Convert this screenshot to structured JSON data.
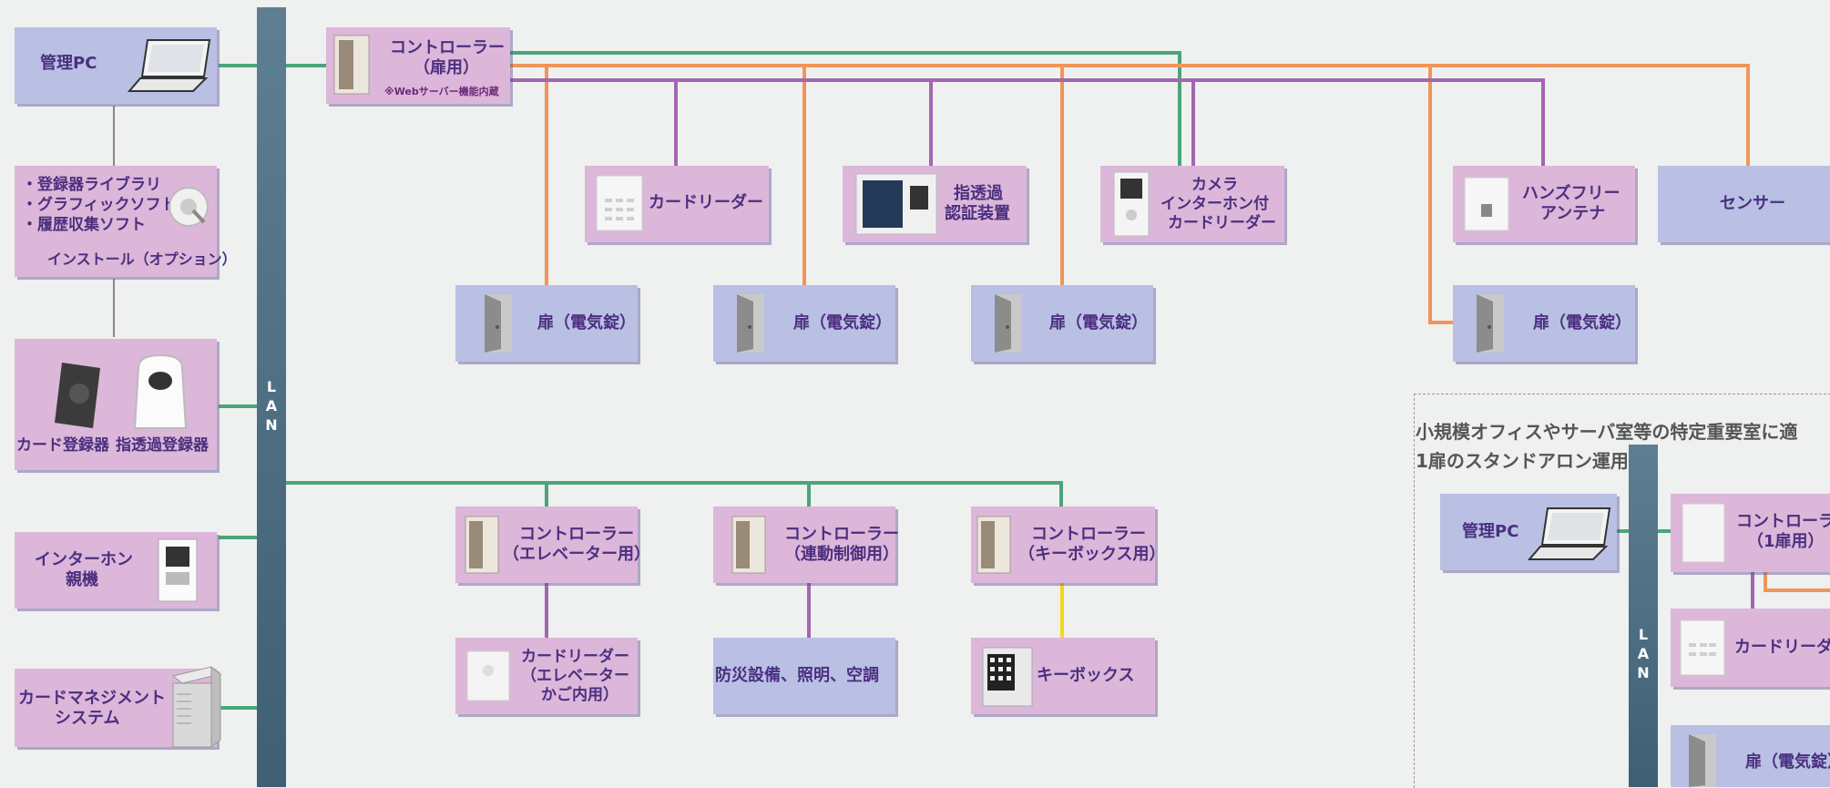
{
  "colors": {
    "lan": "#446377",
    "green": "#4aa57a",
    "orange": "#f0955a",
    "purple": "#a366b0",
    "yellow": "#f6d61a",
    "pink": "#dcb7d9",
    "blue": "#b9c0e4"
  },
  "lan_label": [
    "L",
    "A",
    "N"
  ],
  "left": {
    "admin_pc": "管理PC",
    "software": [
      "・登録器ライブラリ",
      "・グラフィックソフト",
      "・履歴収集ソフト"
    ],
    "install": "インストール（オプション）",
    "card_registrar": "カード登録器",
    "finger_registrar": "指透過登録器",
    "intercom_parent": [
      "インターホン",
      "親機"
    ],
    "card_mgmt": [
      "カードマネジメント",
      "システム"
    ]
  },
  "top": {
    "controller": [
      "コントローラー",
      "（扉用）"
    ],
    "controller_note": "※Webサーバー機能内蔵",
    "card_reader": "カードリーダー",
    "finger_auth": [
      "指透過",
      "認証装置"
    ],
    "camera_reader": [
      "カメラ",
      "インターホン付",
      "カードリーダー"
    ],
    "handsfree": [
      "ハンズフリー",
      "アンテナ"
    ],
    "sensor": "センサー",
    "door": "扉（電気錠）"
  },
  "bottom": {
    "ctrl_elevator": [
      "コントローラー",
      "（エレベーター用）"
    ],
    "ctrl_link": [
      "コントローラー",
      "（連動制御用）"
    ],
    "ctrl_keybox": [
      "コントローラー",
      "（キーボックス用）"
    ],
    "reader_elevator": [
      "カードリーダー",
      "（エレベーター",
      "かご内用）"
    ],
    "facilities": "防災設備、照明、空調",
    "keybox": "キーボックス"
  },
  "standalone": {
    "caption": [
      "小規模オフィスやサーバ室等の特定重要室に適",
      "1扉のスタンドアロン運用"
    ],
    "admin_pc": "管理PC",
    "controller": [
      "コントローラ",
      "（1扉用）"
    ],
    "card_reader": "カードリーダ",
    "door": "扉（電気錠）"
  }
}
